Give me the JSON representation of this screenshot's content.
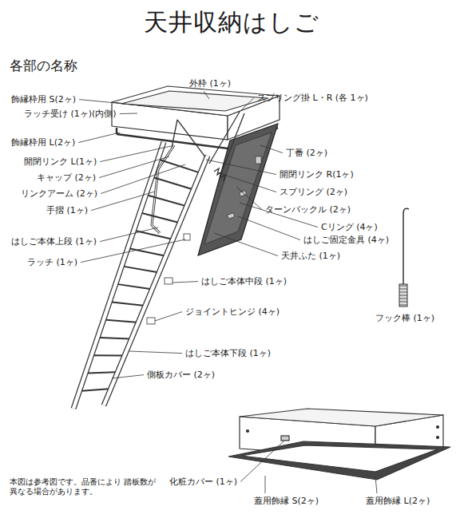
{
  "diagram": {
    "title": "天井収納はしご",
    "labels": [
      "各部の名称",
      "外枠 (1ヶ)",
      "飾縁枠用 S(2ヶ)",
      "ラッチ受け (1ヶ)(内側)",
      "飾縁枠用 L(2ヶ)",
      "開閉リンク L(1ヶ)",
      "キャップ (2ヶ)",
      "リンクアーム (2ヶ)",
      "手摺 (1ヶ)",
      "はしご本体上段 (1ヶ)",
      "ラッチ (1ヶ)",
      "スプリング掛 L・R (各 1ヶ)",
      "丁番 (2ヶ)",
      "開閉リンク R(1ヶ)",
      "スプリング (2ヶ)",
      "ターンバックル (2ヶ)",
      "Cリング (4ヶ)",
      "はしご固定金具 (4ヶ)",
      "天井ふた (1ヶ)",
      "はしご本体中段 (1ヶ)",
      "ジョイントヒンジ (4ヶ)",
      "はしご本体下段 (1ヶ)",
      "側板カバー (2ヶ)",
      "フック棒 (1ヶ)",
      "化粧カバー (1ヶ)",
      "蓋用飾縁 S(2ヶ)",
      "蓋用飾縁 L(2ヶ)",
      "本図は参考図です。品番により 踏板数が異なる場合があります。"
    ]
  }
}
